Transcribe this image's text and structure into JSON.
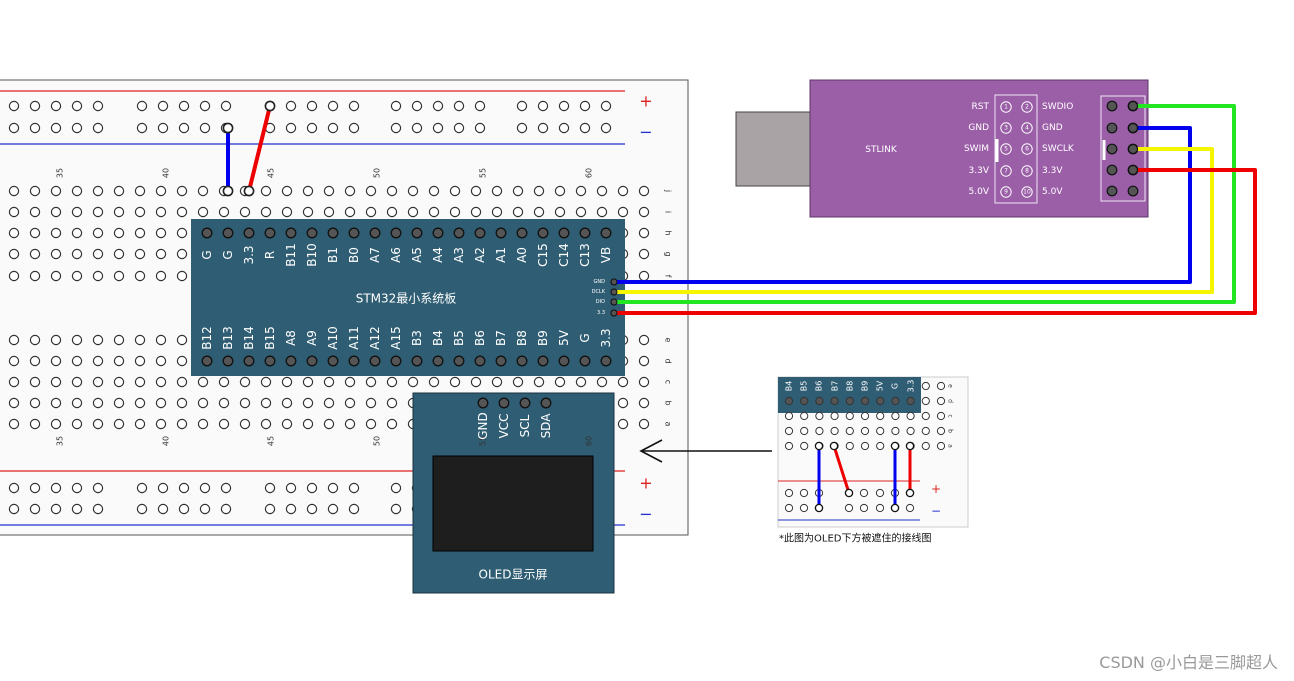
{
  "breadboard": {
    "column_numbers": [
      "35",
      "40",
      "45",
      "50",
      "55",
      "60"
    ],
    "row_letters_top": [
      "j",
      "i",
      "h",
      "g",
      "f"
    ],
    "row_letters_bottom": [
      "e",
      "d",
      "c",
      "b",
      "a"
    ],
    "plus_label": "+",
    "minus_label": "−"
  },
  "stm32": {
    "title": "STM32最小系统板",
    "top_pins": [
      "G",
      "G",
      "3.3",
      "R",
      "B11",
      "B10",
      "B1",
      "B0",
      "A7",
      "A6",
      "A5",
      "A4",
      "A3",
      "A2",
      "A1",
      "A0",
      "C15",
      "C14",
      "C13",
      "VB"
    ],
    "bottom_pins": [
      "B12",
      "B13",
      "B14",
      "B15",
      "A8",
      "A9",
      "A10",
      "A11",
      "A12",
      "A15",
      "B3",
      "B4",
      "B5",
      "B6",
      "B7",
      "B8",
      "B9",
      "5V",
      "G",
      "3.3"
    ],
    "debug_pins": [
      "GND",
      "DCLK",
      "DIO",
      "3.3"
    ]
  },
  "stlink": {
    "title": "STLINK",
    "left_labels": [
      "RST",
      "GND",
      "SWIM",
      "3.3V",
      "5.0V"
    ],
    "pin_numbers": [
      "1",
      "2",
      "3",
      "4",
      "5",
      "6",
      "7",
      "8",
      "9",
      "10"
    ],
    "right_labels": [
      "SWDIO",
      "GND",
      "SWCLK",
      "3.3V",
      "5.0V"
    ]
  },
  "oled": {
    "title": "OLED显示屏",
    "pins": [
      "GND",
      "VCC",
      "SCL",
      "SDA"
    ]
  },
  "inset": {
    "pins": [
      "B4",
      "B5",
      "B6",
      "B7",
      "B8",
      "B9",
      "5V",
      "G",
      "3.3"
    ],
    "row_letters": [
      "e",
      "d",
      "c",
      "b",
      "a"
    ],
    "plus_label": "+",
    "minus_label": "−",
    "caption": "*此图为OLED下方被遮住的接线图"
  },
  "watermark": "CSDN @小白是三脚超人",
  "colors": {
    "board": "#2f5d73",
    "stlink": "#9b5fa8",
    "wire_blue": "#0000ee",
    "wire_red": "#ee0000",
    "wire_yellow": "#f5f500",
    "wire_green": "#22e622",
    "rail_red": "#dd2222",
    "rail_blue": "#2233cc"
  }
}
